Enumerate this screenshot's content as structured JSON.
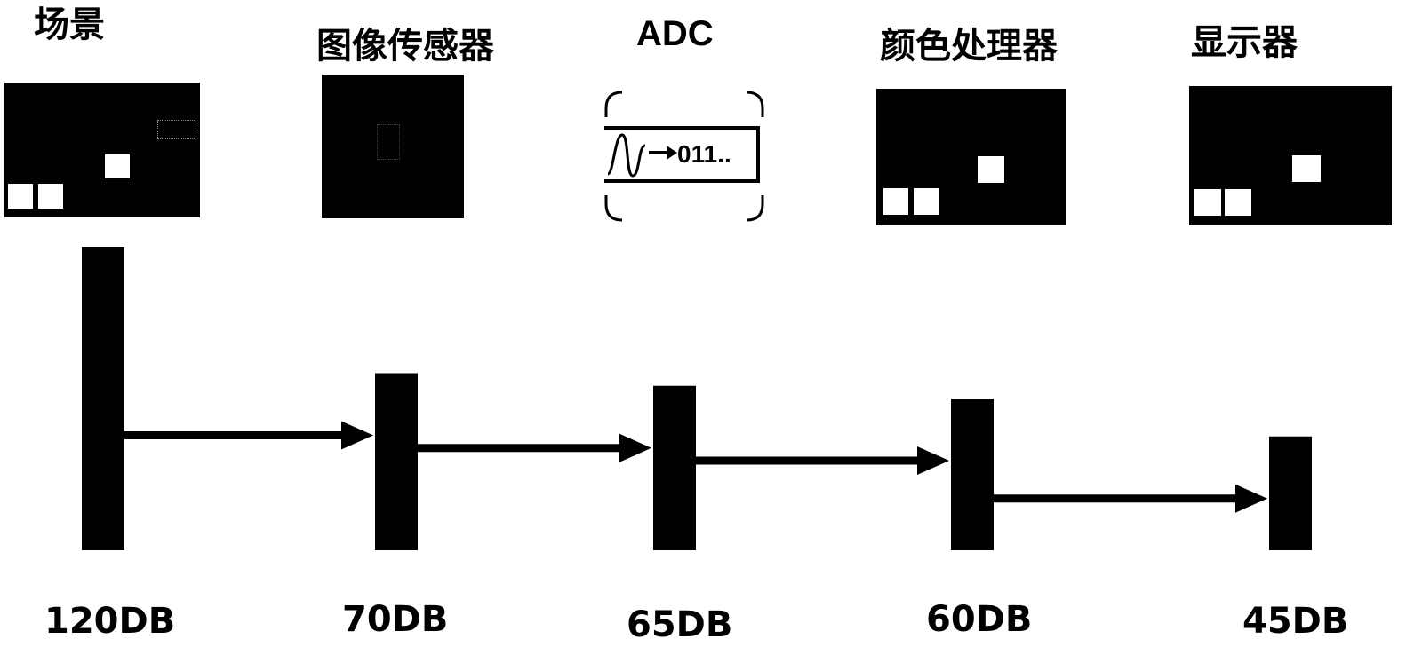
{
  "stages": [
    {
      "id": "scene",
      "title": "场景",
      "db": "120DB",
      "value_db": 120
    },
    {
      "id": "sensor",
      "title": "图像传感器",
      "db": "70DB",
      "value_db": 70
    },
    {
      "id": "adc",
      "title": "ADC",
      "db": "65DB",
      "value_db": 65
    },
    {
      "id": "processor",
      "title": "颜色处理器",
      "db": "60DB",
      "value_db": 60
    },
    {
      "id": "display",
      "title": "显示器",
      "db": "45DB",
      "value_db": 45
    }
  ],
  "adc_icon": {
    "text": "011..",
    "icon": "waveform-to-digital-icon"
  },
  "colors": {
    "bar": "#000000",
    "panel": "#000000",
    "background": "#ffffff"
  }
}
